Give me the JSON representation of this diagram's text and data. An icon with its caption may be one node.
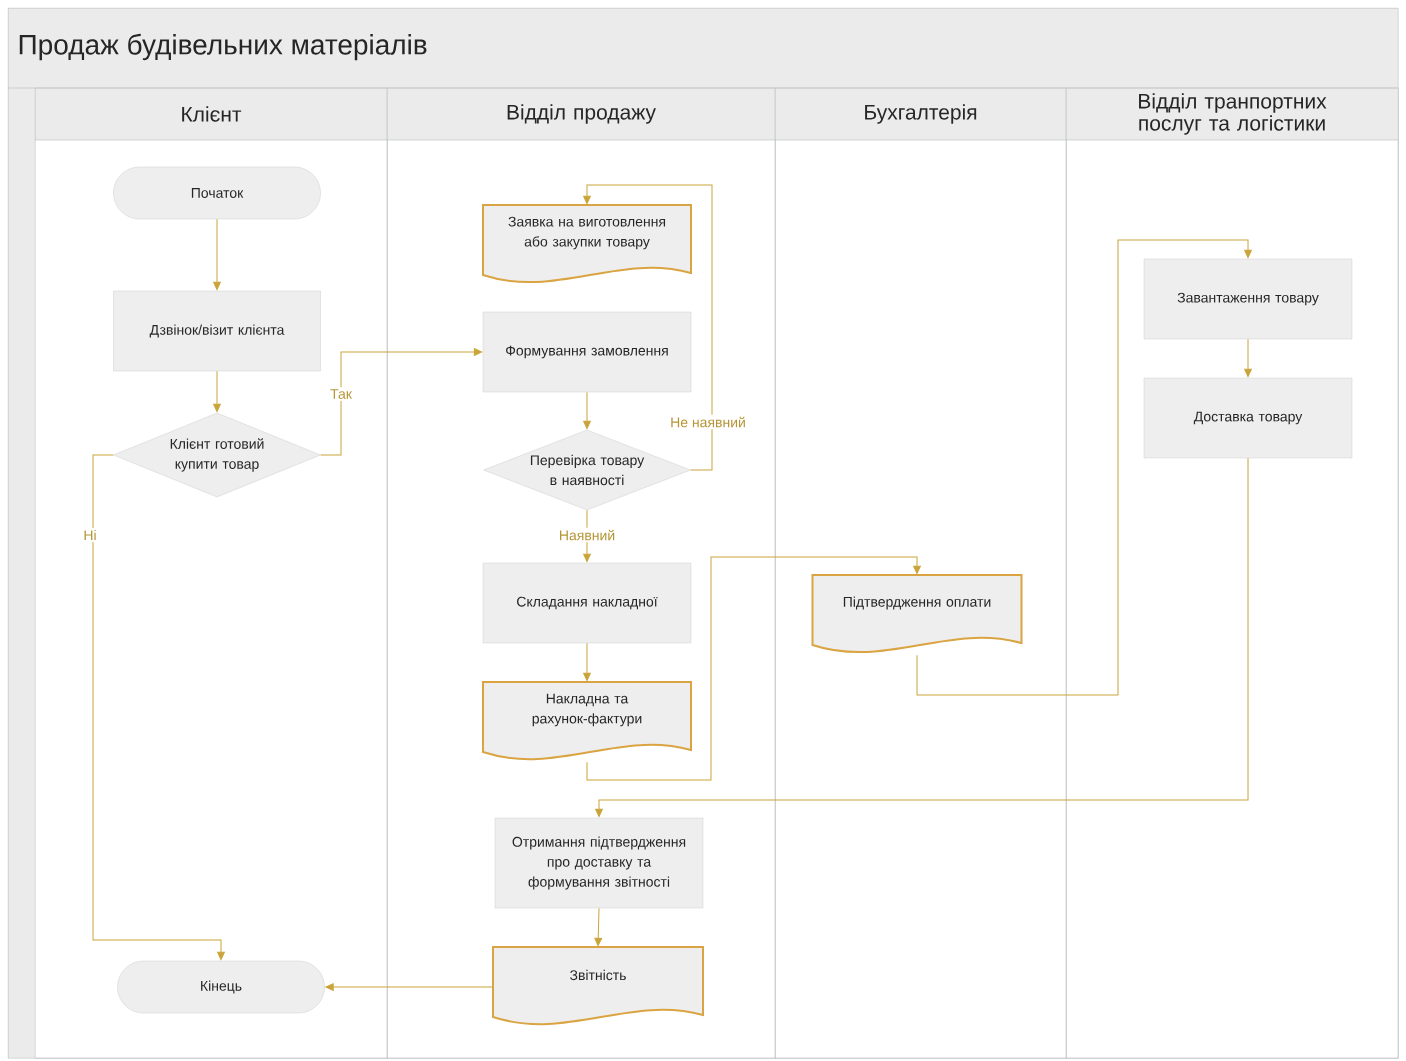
{
  "diagram": {
    "nodes": [
      {
        "text": [
          "Продаж будівельних матеріалів"
        ]
      },
      {
        "text": [
          "Клієнт"
        ],
        "in": 0
      },
      {
        "text": [
          "Відділ продажу"
        ],
        "in": 0
      },
      {
        "text": [
          "Бухгалтерія"
        ],
        "in": 0
      },
      {
        "text": [
          "Відділ транпортних послуг та логістики"
        ],
        "in": 0
      },
      {
        "text": [
          "Початок"
        ],
        "in": 1
      },
      {
        "text": [
          "Дзвінок/візит клієнта"
        ],
        "in": 1
      },
      {
        "text": [
          "Клієнт готовий купити товар"
        ],
        "in": 1
      },
      {
        "text": [
          "Кінець"
        ],
        "in": 1
      },
      {
        "text": [
          "Заявка на виготовлення або закупки товару"
        ],
        "in": 2
      },
      {
        "text": [
          "Формування замовлення"
        ],
        "in": 2
      },
      {
        "text": [
          "Перевірка товару в наявності"
        ],
        "in": 2
      },
      {
        "text": [
          "Складання накладної"
        ],
        "in": 2
      },
      {
        "text": [
          "Накладна та рахунок-фактури"
        ],
        "in": 2
      },
      {
        "text": [
          "Отримання підтвердження про доставку та формування звітності"
        ],
        "in": 2
      },
      {
        "text": [
          "Звітність"
        ],
        "in": 2
      },
      {
        "text": [
          "Підтвердження оплати"
        ],
        "in": 3
      },
      {
        "text": [
          "Завантаження товару"
        ],
        "in": 4
      },
      {
        "text": [
          "Доставка товару"
        ],
        "in": 4
      }
    ],
    "edges": [
      {
        "from": 5,
        "to": 6,
        "arrow": "to"
      },
      {
        "from": 6,
        "to": 7,
        "arrow": "to"
      },
      {
        "from": 7,
        "to": 10,
        "arrow": "to",
        "label": "Так"
      },
      {
        "from": 7,
        "to": 8,
        "arrow": "to",
        "label": "Ні"
      },
      {
        "from": 10,
        "to": 11,
        "arrow": "to"
      },
      {
        "from": 11,
        "to": 9,
        "arrow": "to",
        "label": "Не наявний"
      },
      {
        "from": 11,
        "to": 12,
        "arrow": "to",
        "label": "Наявний"
      },
      {
        "from": 12,
        "to": 13,
        "arrow": "to"
      },
      {
        "from": 13,
        "to": 16,
        "arrow": "to"
      },
      {
        "from": 16,
        "to": 17,
        "arrow": "to"
      },
      {
        "from": 17,
        "to": 18,
        "arrow": "to"
      },
      {
        "from": 18,
        "to": 14,
        "arrow": "to"
      },
      {
        "from": 14,
        "to": 15,
        "arrow": "to"
      },
      {
        "from": 15,
        "to": 8,
        "arrow": "to"
      }
    ]
  }
}
